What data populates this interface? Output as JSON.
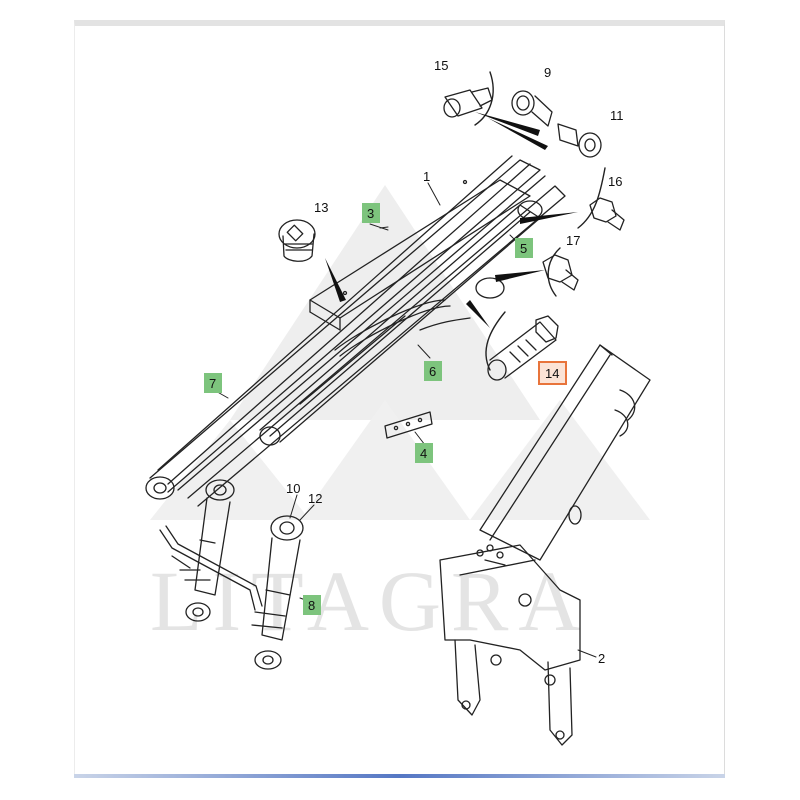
{
  "watermark": "LITAGRA",
  "callouts": {
    "c1": "1",
    "c2": "2",
    "c3": "3",
    "c4": "4",
    "c5": "5",
    "c6": "6",
    "c7": "7",
    "c8": "8",
    "c9": "9",
    "c10": "10",
    "c11": "11",
    "c12": "12",
    "c13": "13",
    "c14": "14",
    "c15": "15",
    "c16": "16",
    "c17": "17"
  },
  "colors": {
    "green_tag": "#7dc47d",
    "highlight_border": "#e8743b",
    "highlight_fill": "#fbe3d6",
    "line": "#222222"
  }
}
